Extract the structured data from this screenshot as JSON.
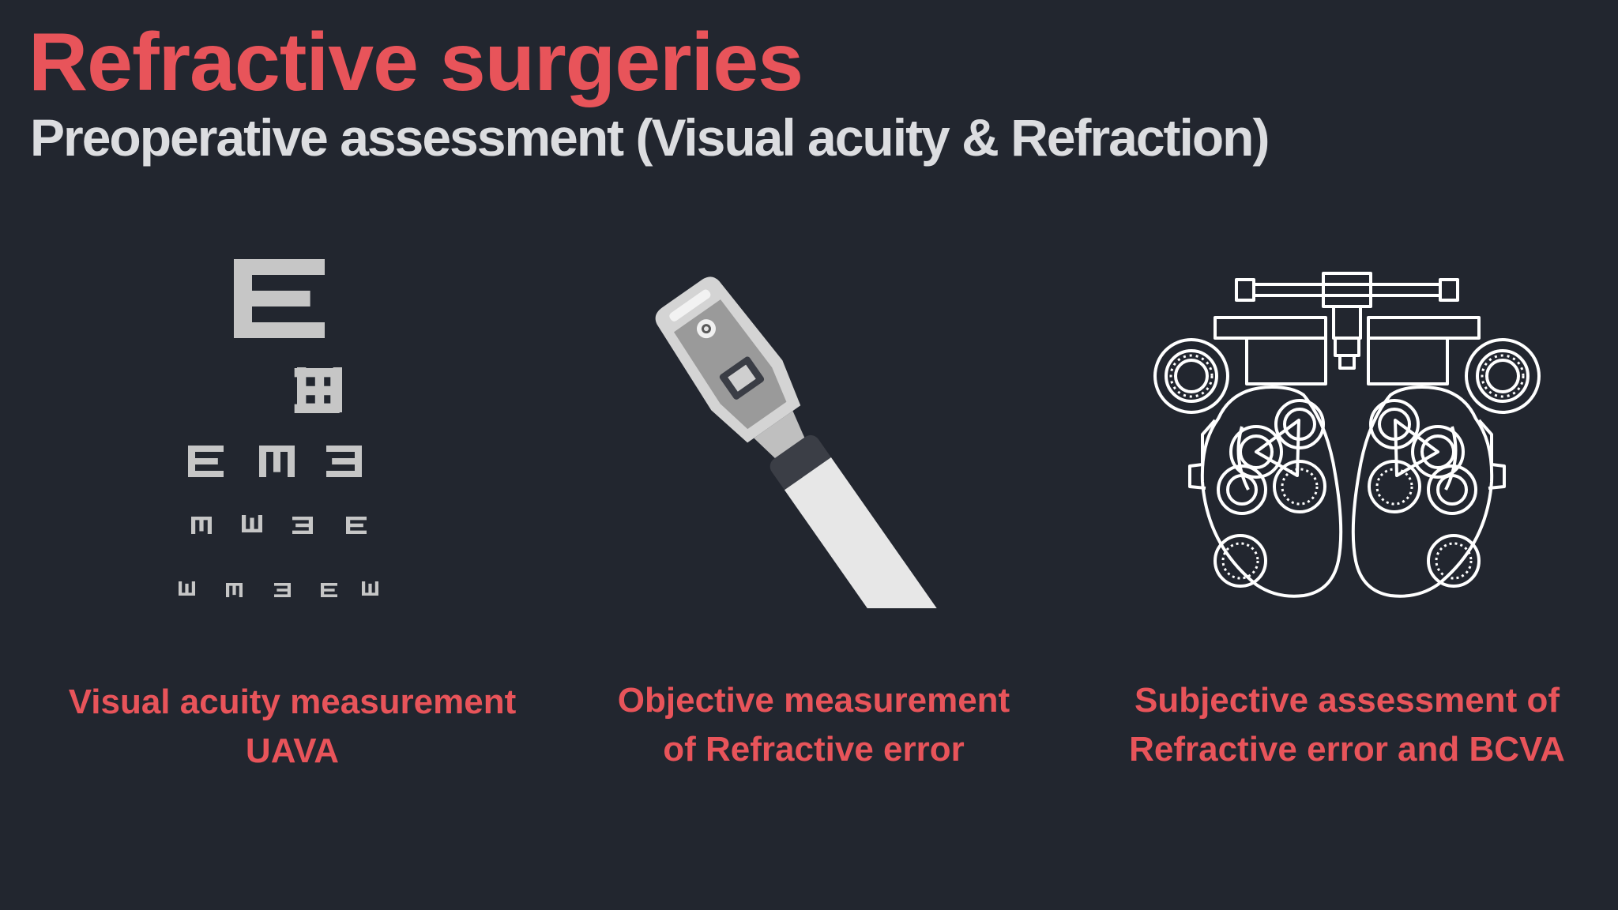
{
  "slide": {
    "title": "Refractive surgeries",
    "subtitle": "Preoperative assessment (Visual acuity & Refraction)"
  },
  "columns": [
    {
      "icon": "eye-chart-icon",
      "caption_line1": "Visual acuity measurement",
      "caption_line2": "UAVA"
    },
    {
      "icon": "retinoscope-icon",
      "caption_line1": "Objective measurement",
      "caption_line2": "of Refractive error"
    },
    {
      "icon": "phoropter-icon",
      "caption_line1": "Subjective assessment  of",
      "caption_line2": "Refractive error and BCVA"
    }
  ],
  "colors": {
    "background": "#22262f",
    "accent": "#e8545a",
    "subtitle": "#dcdde0",
    "icon_gray": "#c4c4c4"
  }
}
